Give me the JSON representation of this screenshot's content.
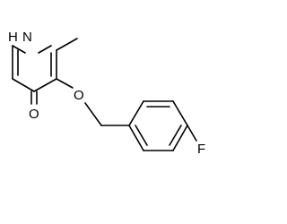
{
  "molecule": {
    "atoms": {
      "nh": "H",
      "n": "N",
      "o_carbonyl": "O",
      "o_ether": "O",
      "f": "F"
    },
    "colors": {
      "bond": "#000000",
      "label": "#000000",
      "background": "#ffffff"
    }
  }
}
